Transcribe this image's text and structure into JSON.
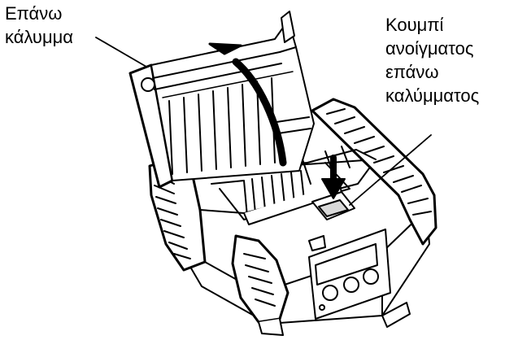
{
  "labels": {
    "top_cover": [
      "Επάνω",
      "κάλυμμα"
    ],
    "open_button": [
      "Κουμπί",
      "ανοίγματος",
      "επάνω",
      "καλύμματος"
    ]
  },
  "colors": {
    "ink": "#000000",
    "paper": "#ffffff",
    "shade": "#d9d9d9"
  }
}
